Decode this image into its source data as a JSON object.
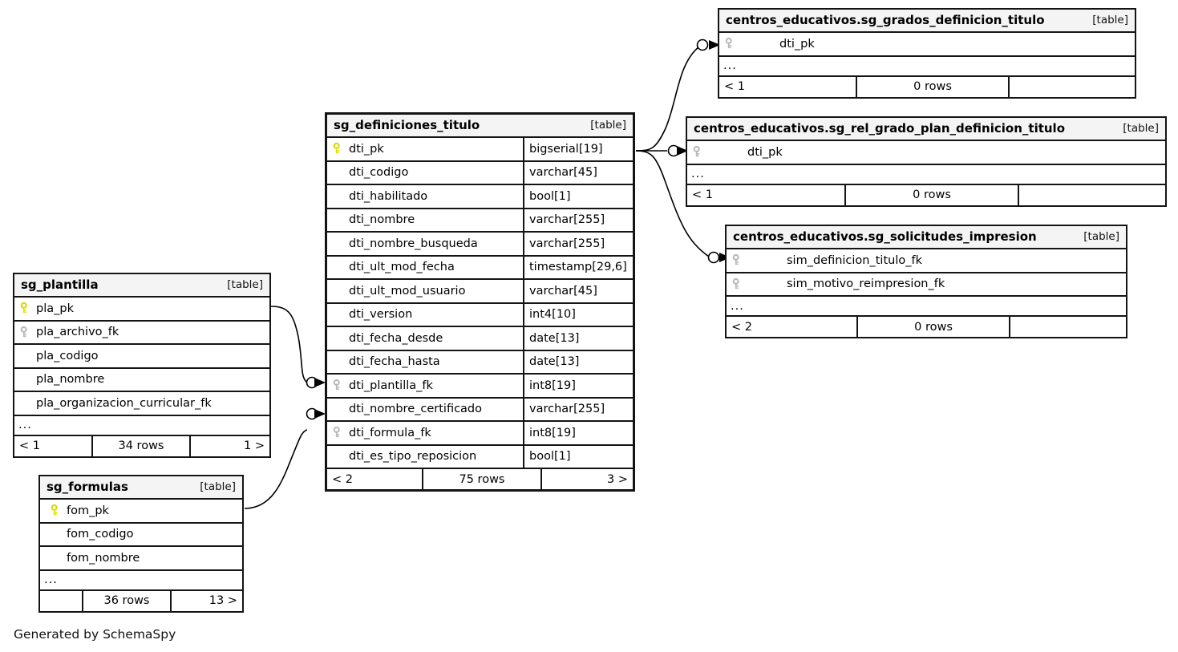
{
  "caption": "Generated by SchemaSpy",
  "table_tag": "[table]",
  "ellipsis": "...",
  "icons": {
    "pk": "primary-key-icon",
    "fk": "foreign-key-icon"
  },
  "colors": {
    "pk_key": "#e3e300",
    "fk_key": "#b8b8b8",
    "border": "#141414",
    "header_bg": "#f4f4f4",
    "background": "#ffffff"
  },
  "tables": [
    {
      "id": "sg_definiciones_titulo",
      "name": "sg_definiciones_titulo",
      "tag": "[table]",
      "columns": [
        {
          "name": "dti_pk",
          "type": "bigserial[19]",
          "key": "pk"
        },
        {
          "name": "dti_codigo",
          "type": "varchar[45]",
          "key": "none"
        },
        {
          "name": "dti_habilitado",
          "type": "bool[1]",
          "key": "none"
        },
        {
          "name": "dti_nombre",
          "type": "varchar[255]",
          "key": "none"
        },
        {
          "name": "dti_nombre_busqueda",
          "type": "varchar[255]",
          "key": "none"
        },
        {
          "name": "dti_ult_mod_fecha",
          "type": "timestamp[29,6]",
          "key": "none"
        },
        {
          "name": "dti_ult_mod_usuario",
          "type": "varchar[45]",
          "key": "none"
        },
        {
          "name": "dti_version",
          "type": "int4[10]",
          "key": "none"
        },
        {
          "name": "dti_fecha_desde",
          "type": "date[13]",
          "key": "none"
        },
        {
          "name": "dti_fecha_hasta",
          "type": "date[13]",
          "key": "none"
        },
        {
          "name": "dti_plantilla_fk",
          "type": "int8[19]",
          "key": "fk"
        },
        {
          "name": "dti_nombre_certificado",
          "type": "varchar[255]",
          "key": "none"
        },
        {
          "name": "dti_formula_fk",
          "type": "int8[19]",
          "key": "fk"
        },
        {
          "name": "dti_es_tipo_reposicion",
          "type": "bool[1]",
          "key": "none"
        }
      ],
      "has_ellipsis": false,
      "footer": {
        "left": "< 2",
        "center": "75 rows",
        "right": "3 >"
      }
    },
    {
      "id": "sg_grados_definicion_titulo",
      "name": "centros_educativos.sg_grados_definicion_titulo",
      "tag": "[table]",
      "columns": [
        {
          "name": "dti_pk",
          "type": "",
          "key": "fk"
        }
      ],
      "has_ellipsis": true,
      "footer": {
        "left": "< 1",
        "center": "0 rows",
        "right": ""
      }
    },
    {
      "id": "sg_rel_grado_plan_definicion_titulo",
      "name": "centros_educativos.sg_rel_grado_plan_definicion_titulo",
      "tag": "[table]",
      "columns": [
        {
          "name": "dti_pk",
          "type": "",
          "key": "fk"
        }
      ],
      "has_ellipsis": true,
      "footer": {
        "left": "< 1",
        "center": "0 rows",
        "right": ""
      }
    },
    {
      "id": "sg_solicitudes_impresion",
      "name": "centros_educativos.sg_solicitudes_impresion",
      "tag": "[table]",
      "columns": [
        {
          "name": "sim_definicion_titulo_fk",
          "type": "",
          "key": "fk"
        },
        {
          "name": "sim_motivo_reimpresion_fk",
          "type": "",
          "key": "fk"
        }
      ],
      "has_ellipsis": true,
      "footer": {
        "left": "< 2",
        "center": "0 rows",
        "right": ""
      }
    },
    {
      "id": "sg_plantilla",
      "name": "sg_plantilla",
      "tag": "[table]",
      "columns": [
        {
          "name": "pla_pk",
          "type": "",
          "key": "pk"
        },
        {
          "name": "pla_archivo_fk",
          "type": "",
          "key": "fk"
        },
        {
          "name": "pla_codigo",
          "type": "",
          "key": "none"
        },
        {
          "name": "pla_nombre",
          "type": "",
          "key": "none"
        },
        {
          "name": "pla_organizacion_curricular_fk",
          "type": "",
          "key": "none"
        }
      ],
      "has_ellipsis": true,
      "footer": {
        "left": "< 1",
        "center": "34 rows",
        "right": "1 >"
      }
    },
    {
      "id": "sg_formulas",
      "name": "sg_formulas",
      "tag": "[table]",
      "columns": [
        {
          "name": "fom_pk",
          "type": "",
          "key": "pk"
        },
        {
          "name": "fom_codigo",
          "type": "",
          "key": "none"
        },
        {
          "name": "fom_nombre",
          "type": "",
          "key": "none"
        }
      ],
      "has_ellipsis": true,
      "footer": {
        "left": "",
        "center": "36 rows",
        "right": "13 >"
      }
    }
  ],
  "relationships": [
    {
      "from": "sg_definiciones_titulo.dti_pk",
      "to": "sg_grados_definicion_titulo.dti_pk"
    },
    {
      "from": "sg_definiciones_titulo.dti_pk",
      "to": "sg_rel_grado_plan_definicion_titulo.dti_pk"
    },
    {
      "from": "sg_definiciones_titulo.dti_pk",
      "to": "sg_solicitudes_impresion.sim_definicion_titulo_fk"
    },
    {
      "from": "sg_plantilla.pla_pk",
      "to": "sg_definiciones_titulo.dti_plantilla_fk"
    },
    {
      "from": "sg_formulas.fom_pk",
      "to": "sg_definiciones_titulo.dti_formula_fk"
    }
  ]
}
